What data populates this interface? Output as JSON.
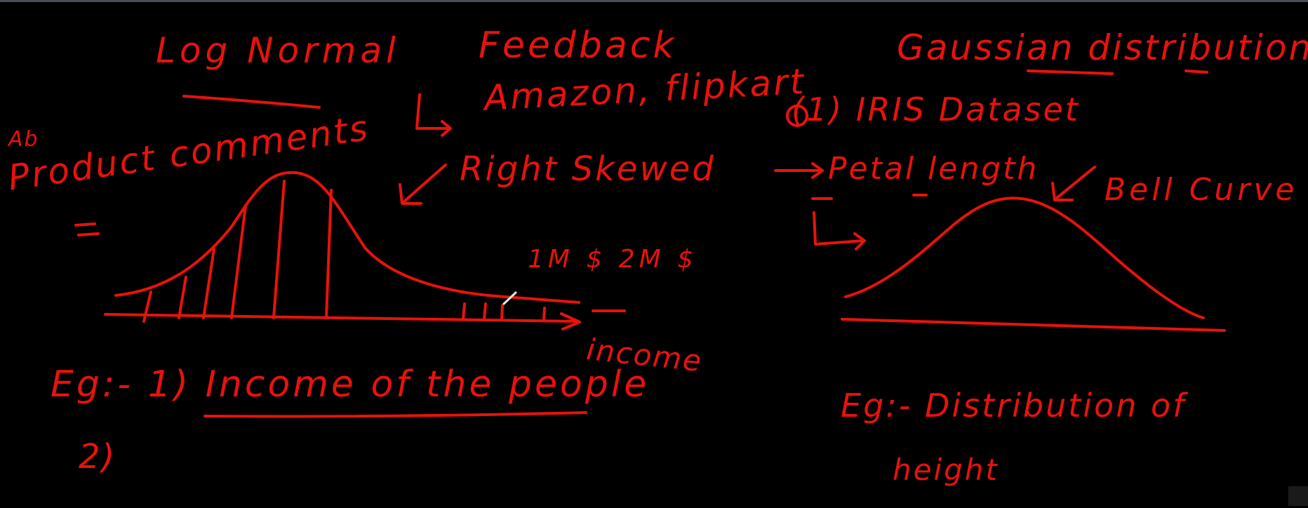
{
  "headings": {
    "log_normal": "Log Normal",
    "feedback": "Feedback",
    "gaussian": "Gaussian distribution"
  },
  "feedback_sources": "Amazon, flipkart",
  "iris": "(1) IRIS Dataset",
  "left_side": {
    "ab": "Ab",
    "product_comments": "Product comments",
    "right_skewed": "Right Skewed",
    "money": "1M $ 2M $",
    "axis_label": "income",
    "example1": "Eg:- 1) Income of the people",
    "example2": "2)"
  },
  "right_side": {
    "petal_length": "Petal length",
    "bell_curve": "Bell Curve",
    "example": "Eg:- Distribution of",
    "example_cont": "height"
  },
  "colors": {
    "ink": "#e8120c",
    "background": "#000000"
  }
}
